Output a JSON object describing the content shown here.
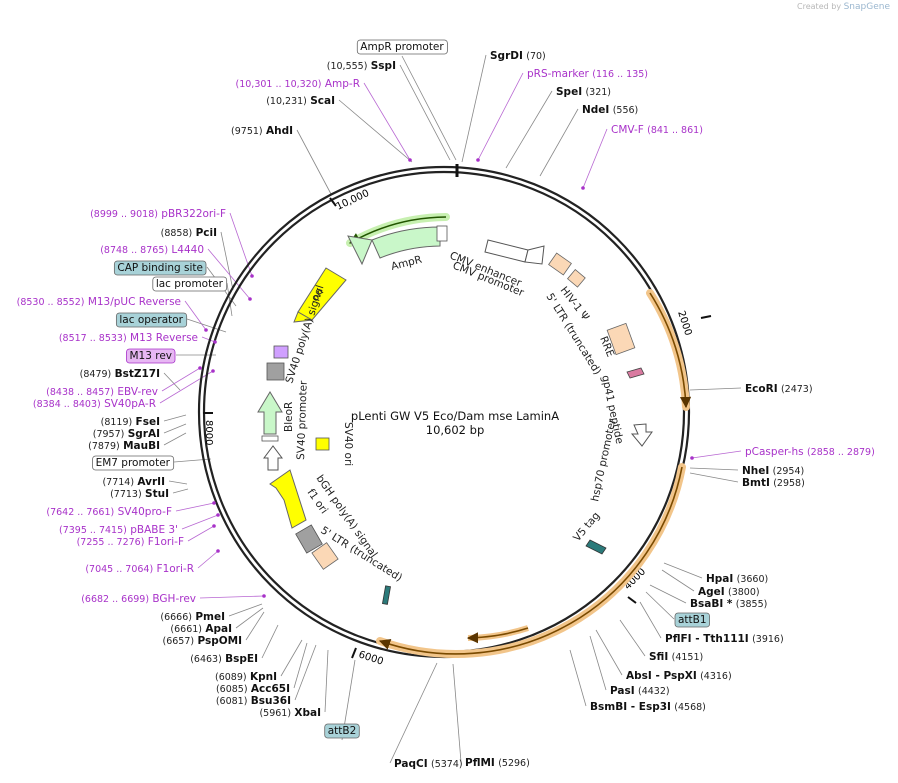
{
  "credit": {
    "prefix": "Created by",
    "brand": "SnapGene"
  },
  "plasmid": {
    "name": "pLenti GW V5 Eco/Dam mse LaminA",
    "size": "10,602 bp"
  },
  "colors": {
    "site": "#111111",
    "primer": "#a832c9",
    "feature_white": "#ffffff",
    "ampr": "#c9f7c9",
    "ori": "#ffff00",
    "ltr": "#fbd8b6",
    "rre": "#fbd8b6",
    "gray": "#a0a0a0",
    "orf": "#f2a65a",
    "bleor": "#c9f7c9"
  },
  "ring_ticks": [
    {
      "label": "2000"
    },
    {
      "label": "4000"
    },
    {
      "label": "6000"
    },
    {
      "label": "8000"
    },
    {
      "label": "10,000"
    }
  ],
  "map_labels": [
    {
      "text": "CMV enhancer"
    },
    {
      "text": "CMV promoter"
    },
    {
      "text": "HIV-1 Ψ"
    },
    {
      "text": "5' LTR (truncated)"
    },
    {
      "text": "RRE"
    },
    {
      "text": "gp41 peptide"
    },
    {
      "text": "hsp70 promoter"
    },
    {
      "text": "V5 tag"
    },
    {
      "text": "AmpR"
    },
    {
      "text": "ori"
    },
    {
      "text": "SV40 poly(A) signal"
    },
    {
      "text": "SV40 promoter"
    },
    {
      "text": "BleoR"
    },
    {
      "text": "SV40 ori"
    },
    {
      "text": "bGH poly(A) signal"
    },
    {
      "text": "f1 ori"
    },
    {
      "text": "5' LTR (truncated)"
    }
  ],
  "annotations": [
    {
      "name": "AmpR promoter",
      "pos": "",
      "kind": "boxed"
    },
    {
      "name": "SgrDI",
      "pos": "(70)",
      "kind": "site"
    },
    {
      "name": "SspI",
      "pos": "(10,555)",
      "kind": "site"
    },
    {
      "name": "pRS-marker",
      "pos": "(116 .. 135)",
      "kind": "primer"
    },
    {
      "name": "Amp-R",
      "pos": "(10,301 .. 10,320)",
      "kind": "primer"
    },
    {
      "name": "SpeI",
      "pos": "(321)",
      "kind": "site"
    },
    {
      "name": "ScaI",
      "pos": "(10,231)",
      "kind": "site"
    },
    {
      "name": "NdeI",
      "pos": "(556)",
      "kind": "site"
    },
    {
      "name": "CMV-F",
      "pos": "(841 .. 861)",
      "kind": "primer"
    },
    {
      "name": "AhdI",
      "pos": "(9751)",
      "kind": "site"
    },
    {
      "name": "pBR322ori-F",
      "pos": "(8999 .. 9018)",
      "kind": "primer"
    },
    {
      "name": "PciI",
      "pos": "(8858)",
      "kind": "site"
    },
    {
      "name": "L4440",
      "pos": "(8748 .. 8765)",
      "kind": "primer"
    },
    {
      "name": "CAP binding site",
      "pos": "",
      "kind": "teal"
    },
    {
      "name": "lac promoter",
      "pos": "",
      "kind": "boxed"
    },
    {
      "name": "M13/pUC Reverse",
      "pos": "(8530 .. 8552)",
      "kind": "primer"
    },
    {
      "name": "lac operator",
      "pos": "",
      "kind": "teal"
    },
    {
      "name": "M13 Reverse",
      "pos": "(8517 .. 8533)",
      "kind": "primer"
    },
    {
      "name": "M13 rev",
      "pos": "",
      "kind": "pink"
    },
    {
      "name": "BstZ17I",
      "pos": "(8479)",
      "kind": "site"
    },
    {
      "name": "EBV-rev",
      "pos": "(8438 .. 8457)",
      "kind": "primer"
    },
    {
      "name": "SV40pA-R",
      "pos": "(8384 .. 8403)",
      "kind": "primer"
    },
    {
      "name": "FseI",
      "pos": "(8119)",
      "kind": "site"
    },
    {
      "name": "SgrAI",
      "pos": "(7957)",
      "kind": "site"
    },
    {
      "name": "MauBI",
      "pos": "(7879)",
      "kind": "site"
    },
    {
      "name": "EM7 promoter",
      "pos": "",
      "kind": "boxed"
    },
    {
      "name": "AvrII",
      "pos": "(7714)",
      "kind": "site"
    },
    {
      "name": "StuI",
      "pos": "(7713)",
      "kind": "site"
    },
    {
      "name": "SV40pro-F",
      "pos": "(7642 .. 7661)",
      "kind": "primer"
    },
    {
      "name": "pBABE 3'",
      "pos": "(7395 .. 7415)",
      "kind": "primer"
    },
    {
      "name": "F1ori-F",
      "pos": "(7255 .. 7276)",
      "kind": "primer"
    },
    {
      "name": "F1ori-R",
      "pos": "(7045 .. 7064)",
      "kind": "primer"
    },
    {
      "name": "BGH-rev",
      "pos": "(6682 .. 6699)",
      "kind": "primer"
    },
    {
      "name": "PmeI",
      "pos": "(6666)",
      "kind": "site"
    },
    {
      "name": "ApaI",
      "pos": "(6661)",
      "kind": "site"
    },
    {
      "name": "PspOMI",
      "pos": "(6657)",
      "kind": "site"
    },
    {
      "name": "BspEI",
      "pos": "(6463)",
      "kind": "site"
    },
    {
      "name": "KpnI",
      "pos": "(6089)",
      "kind": "site"
    },
    {
      "name": "Acc65I",
      "pos": "(6085)",
      "kind": "site"
    },
    {
      "name": "Bsu36I",
      "pos": "(6081)",
      "kind": "site"
    },
    {
      "name": "XbaI",
      "pos": "(5961)",
      "kind": "site"
    },
    {
      "name": "attB2",
      "pos": "",
      "kind": "teal"
    },
    {
      "name": "PaqCI",
      "pos": "(5374)",
      "kind": "site"
    },
    {
      "name": "PflMI",
      "pos": "(5296)",
      "kind": "site"
    },
    {
      "name": "EcoRI",
      "pos": "(2473)",
      "kind": "site"
    },
    {
      "name": "pCasper-hs",
      "pos": "(2858 .. 2879)",
      "kind": "primer"
    },
    {
      "name": "NheI",
      "pos": "(2954)",
      "kind": "site"
    },
    {
      "name": "BmtI",
      "pos": "(2958)",
      "kind": "site"
    },
    {
      "name": "HpaI",
      "pos": "(3660)",
      "kind": "site"
    },
    {
      "name": "AgeI",
      "pos": "(3800)",
      "kind": "site"
    },
    {
      "name": "BsaBI *",
      "pos": "(3855)",
      "kind": "site"
    },
    {
      "name": "attB1",
      "pos": "",
      "kind": "teal"
    },
    {
      "name": "PflFI - Tth111I",
      "pos": "(3916)",
      "kind": "site"
    },
    {
      "name": "SfiI",
      "pos": "(4151)",
      "kind": "site"
    },
    {
      "name": "AbsI - PspXI",
      "pos": "(4316)",
      "kind": "site"
    },
    {
      "name": "PasI",
      "pos": "(4432)",
      "kind": "site"
    },
    {
      "name": "BsmBI - Esp3I",
      "pos": "(4568)",
      "kind": "site"
    }
  ]
}
